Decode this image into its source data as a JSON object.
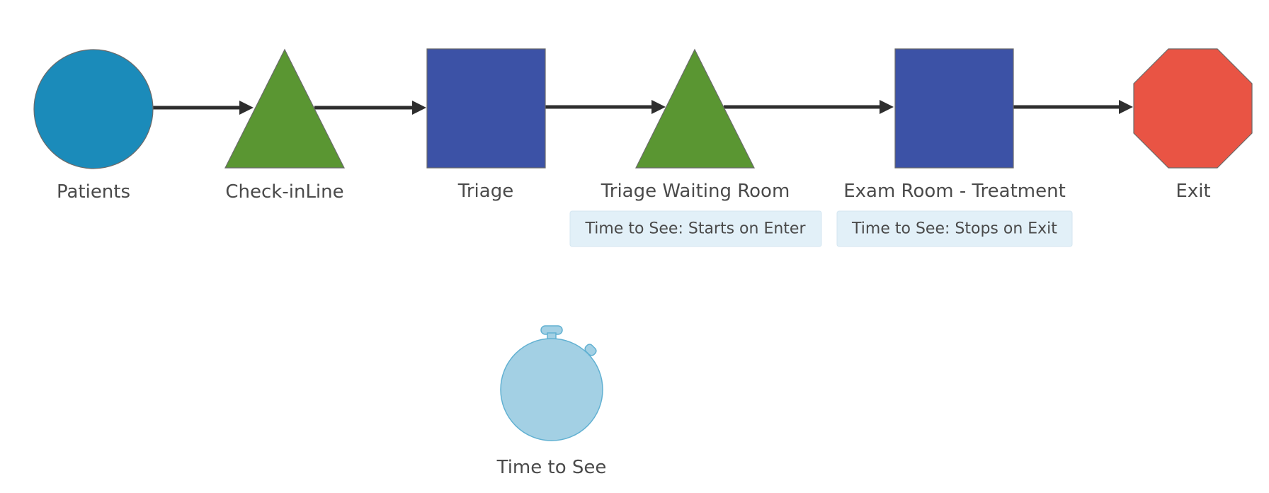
{
  "diagram": {
    "nodes": [
      {
        "id": "patients",
        "label": "Patients",
        "shape": "circle",
        "color": "#1b8bba"
      },
      {
        "id": "check-in-line",
        "label": "Check-inLine",
        "shape": "triangle",
        "color": "#5a9632"
      },
      {
        "id": "triage",
        "label": "Triage",
        "shape": "square",
        "color": "#3c52a6"
      },
      {
        "id": "triage-waiting-room",
        "label": "Triage Waiting Room",
        "shape": "triangle",
        "color": "#5a9632"
      },
      {
        "id": "exam-room-treatment",
        "label": "Exam Room - Treatment",
        "shape": "square",
        "color": "#3c52a6"
      },
      {
        "id": "exit",
        "label": "Exit",
        "shape": "octagon",
        "color": "#e95444"
      },
      {
        "id": "time-to-see",
        "label": "Time to See",
        "shape": "stopwatch",
        "color": "#a3d0e4"
      }
    ],
    "edges": [
      {
        "from": "patients",
        "to": "check-in-line"
      },
      {
        "from": "check-in-line",
        "to": "triage"
      },
      {
        "from": "triage",
        "to": "triage-waiting-room"
      },
      {
        "from": "triage-waiting-room",
        "to": "exam-room-treatment"
      },
      {
        "from": "exam-room-treatment",
        "to": "exit"
      }
    ],
    "notes": [
      {
        "attached_to": "triage-waiting-room",
        "text": "Time to See: Starts on Enter"
      },
      {
        "attached_to": "exam-room-treatment",
        "text": "Time to See: Stops on Exit"
      }
    ],
    "colors": {
      "connector": "#2e2e2e",
      "label_text": "#4a4a4a",
      "note_background": "#e2f0f8"
    }
  }
}
